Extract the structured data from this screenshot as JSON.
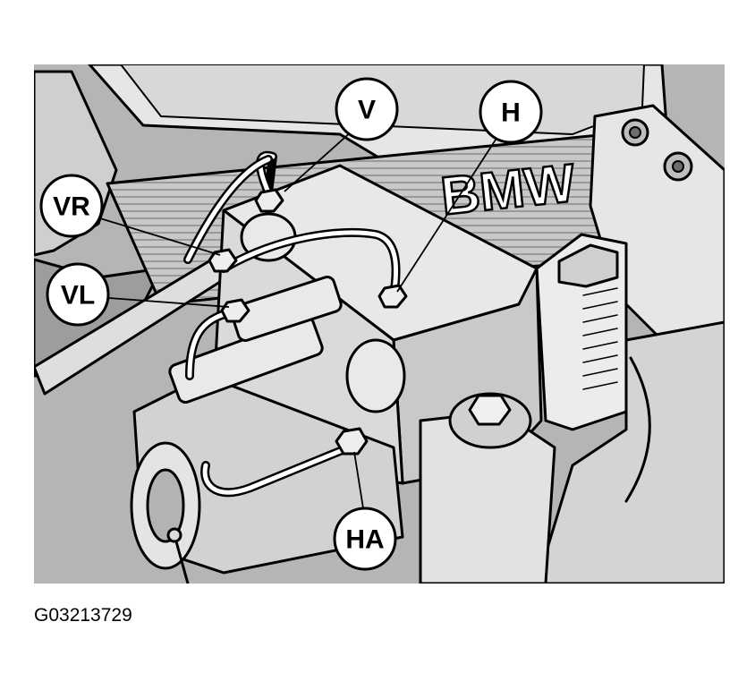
{
  "brand_text": "BMW",
  "figure_id": "G03213729",
  "callouts": {
    "v": "V",
    "h": "H",
    "vr": "VR",
    "vl": "VL",
    "ha": "HA"
  }
}
